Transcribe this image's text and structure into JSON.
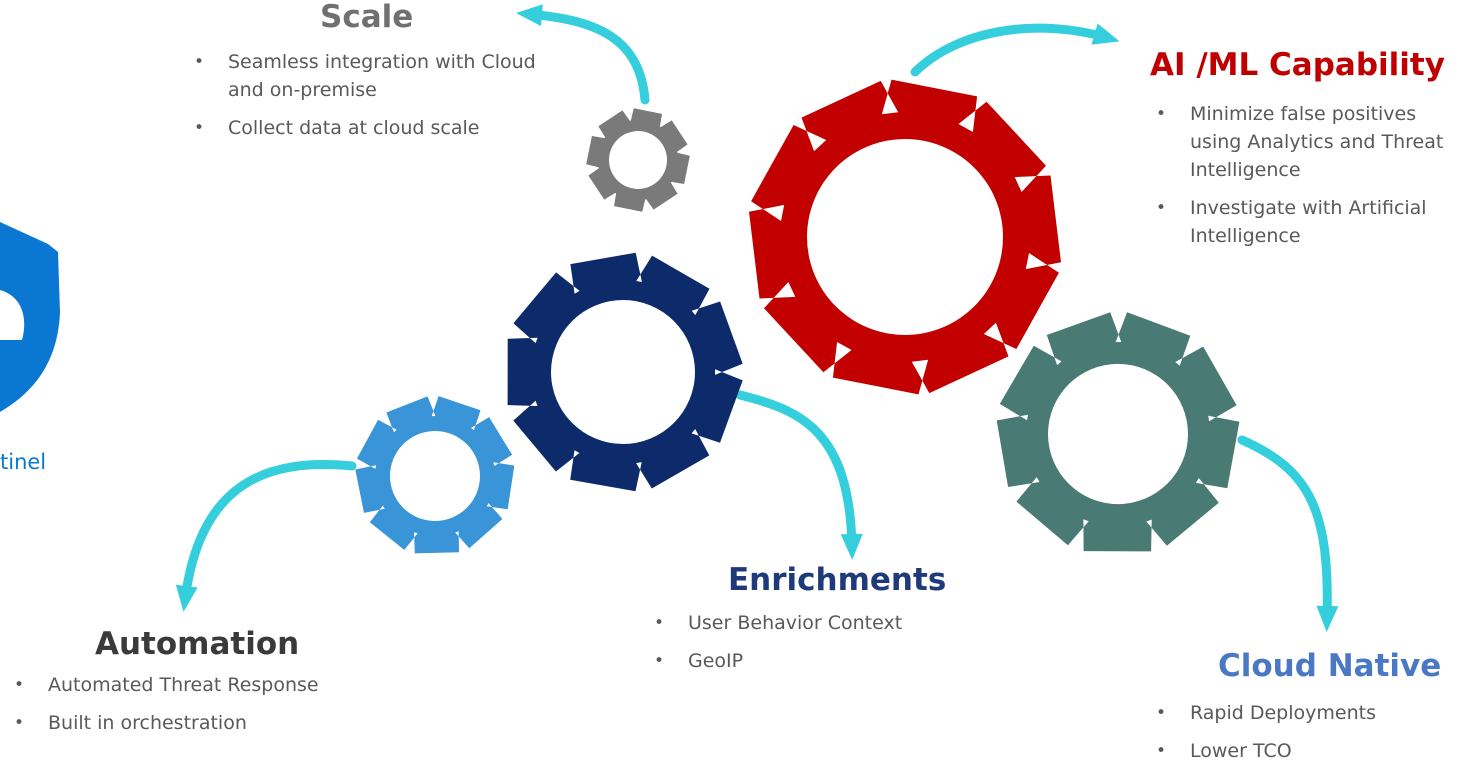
{
  "logo": {
    "partial_text": "tinel",
    "color": "#0a78d2"
  },
  "colors": {
    "arrow": "#35cedc",
    "gear_scale": "#7a7a7a",
    "gear_ai": "#c20000",
    "gear_enrich": "#0d2b6b",
    "gear_automation": "#3a94d8",
    "gear_cloud": "#4a7a74"
  },
  "sections": {
    "scale": {
      "title": "Scale",
      "title_color": "#707070",
      "items": [
        "Seamless integration with Cloud and on-premise",
        "Collect data at cloud scale"
      ]
    },
    "ai": {
      "title": "AI /ML Capability",
      "title_color": "#c00000",
      "items": [
        "Minimize false positives using Analytics and Threat Intelligence",
        "Investigate with Artificial Intelligence"
      ]
    },
    "enrichments": {
      "title": "Enrichments",
      "title_color": "#1f3a7a",
      "items": [
        "User Behavior Context",
        "GeoIP"
      ]
    },
    "automation": {
      "title": "Automation",
      "title_color": "#3a3a3a",
      "items": [
        "Automated Threat Response",
        "Built in orchestration"
      ]
    },
    "cloud": {
      "title": "Cloud Native",
      "title_color": "#4a78c4",
      "items": [
        "Rapid Deployments",
        "Lower TCO"
      ]
    }
  }
}
